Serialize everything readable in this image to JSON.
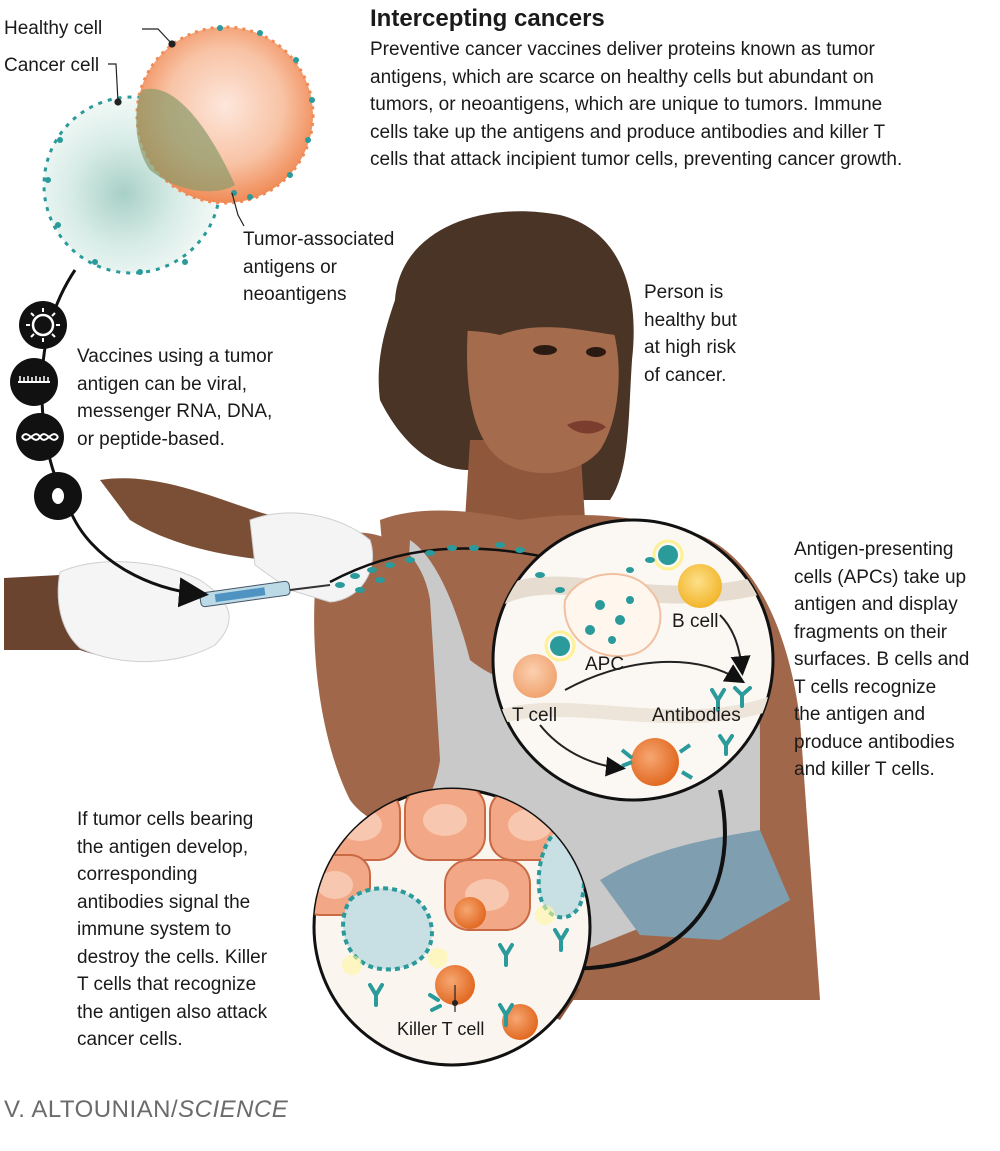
{
  "title": "Intercepting cancers",
  "intro": "Preventive cancer vaccines deliver proteins known as tumor\nantigens, which are scarce on healthy cells but abundant on\ntumors, or neoantigens, which are unique to tumors. Immune\ncells take up the antigens and produce antibodies and killer T\ncells that attack incipient tumor cells, preventing cancer growth.",
  "labels": {
    "healthy_cell": "Healthy cell",
    "cancer_cell": "Cancer cell",
    "antigens": "Tumor-associated\nantigens or\nneoantigens",
    "vaccines": "Vaccines using a tumor\nantigen can be viral,\nmessenger RNA, DNA,\nor peptide-based.",
    "person": "Person is\nhealthy but\nat high risk\nof cancer.",
    "apc_description": "Antigen-presenting\ncells (APCs) take up\nantigen and display\nfragments on their\nsurfaces. B cells and\nT cells recognize\nthe antigen and\nproduce antibodies\nand killer T cells.",
    "tumor_description": "If tumor cells bearing\nthe antigen develop,\ncorresponding\nantibodies signal the\nimmune system to\ndestroy the cells. Killer\nT cells that recognize\nthe antigen also attack\ncancer cells.",
    "b_cell": "B cell",
    "apc": "APC",
    "t_cell": "T cell",
    "antibodies": "Antibodies",
    "killer_t_cell": "Killer T cell"
  },
  "credit": {
    "author": "V. ALTOUNIAN/",
    "publication": "SCIENCE"
  },
  "colors": {
    "antigen_teal": "#2a9a9a",
    "healthy_cell": "#f39a68",
    "cancer_cell": "#d7ece6",
    "skin": "#a0674a",
    "hair": "#4a3426",
    "tumor_cell": "#f2a886",
    "killer_t": "#e8762f",
    "b_cell": "#f6c64a"
  },
  "icons": [
    "virus-icon",
    "mrna-icon",
    "dna-icon",
    "peptide-icon"
  ]
}
